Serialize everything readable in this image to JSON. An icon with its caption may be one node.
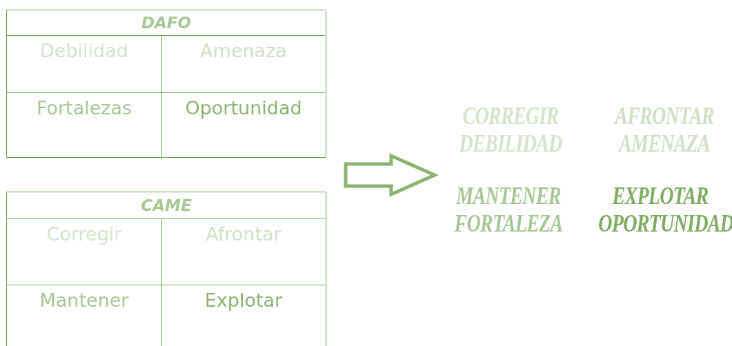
{
  "diagram": {
    "nodes": [
      {
        "text": [
          "DAFO"
        ]
      },
      {
        "text": [
          "Debilidad"
        ],
        "in": 0
      },
      {
        "text": [
          "Amenaza"
        ],
        "in": 0
      },
      {
        "text": [
          "Fortalezas"
        ],
        "in": 0
      },
      {
        "text": [
          "Oportunidad"
        ],
        "in": 0
      },
      {
        "text": [
          "CAME"
        ]
      },
      {
        "text": [
          "Corregir"
        ],
        "in": 5
      },
      {
        "text": [
          "Afrontar"
        ],
        "in": 5
      },
      {
        "text": [
          "Mantener"
        ],
        "in": 5
      },
      {
        "text": [
          "Explotar"
        ],
        "in": 5
      }
    ],
    "edges": [],
    "labels": [
      "CORREGIR DEBILIDAD",
      "AFRONTAR AMENAZA",
      "MANTENER FORTALEZA",
      "EXPLOTAR OPORTUNIDAD"
    ]
  }
}
